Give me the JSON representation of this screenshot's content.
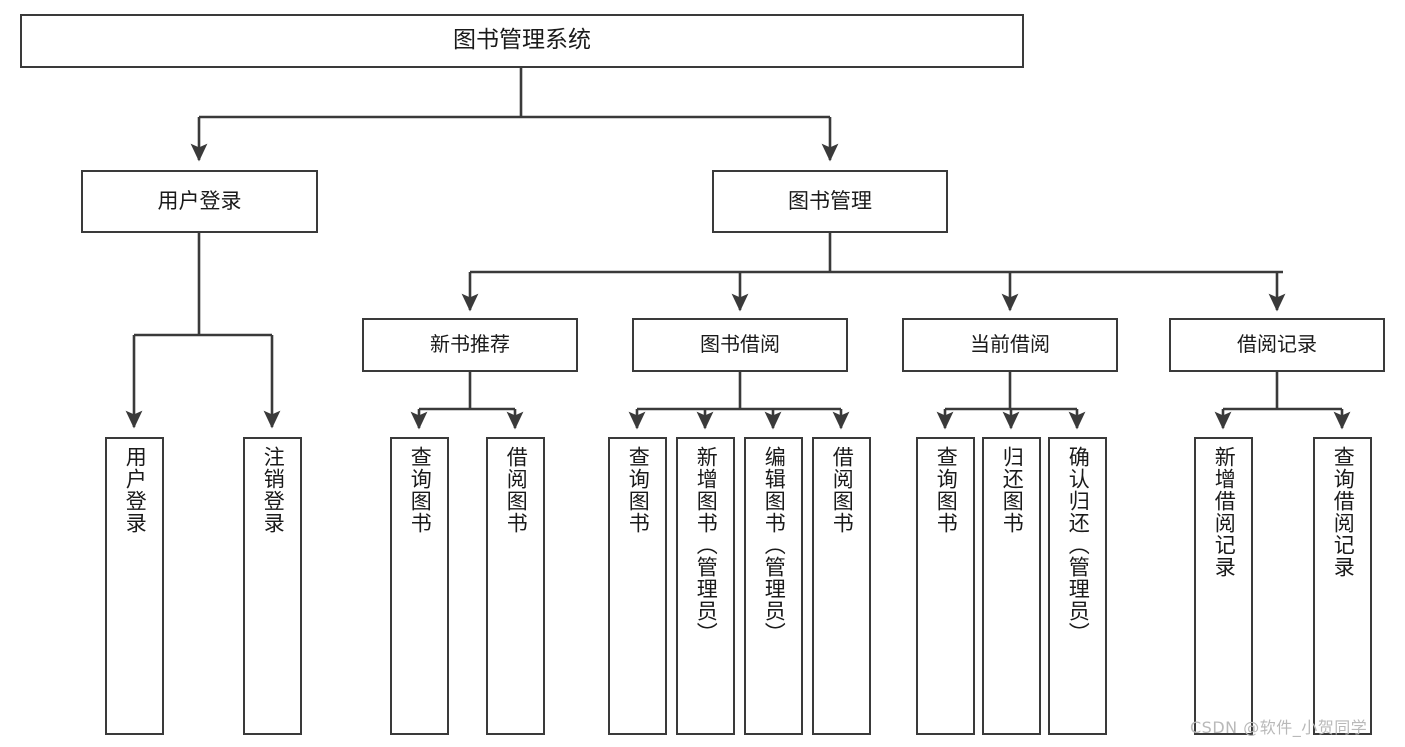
{
  "diagram": {
    "title": "图书管理系统",
    "type": "tree-hierarchy-chart",
    "watermark": "CSDN @软件_小贺同学",
    "colors": {
      "stroke": "#3a3a3a",
      "fill": "#ffffff",
      "text": "#1a1a1a",
      "watermark": "#b9b9b9"
    },
    "nodes": {
      "root": {
        "label": "图书管理系统"
      },
      "level1": [
        {
          "id": "user-login",
          "label": "用户登录"
        },
        {
          "id": "book-management",
          "label": "图书管理"
        }
      ],
      "level2": [
        {
          "id": "new-book-recommend",
          "label": "新书推荐"
        },
        {
          "id": "book-borrow",
          "label": "图书借阅"
        },
        {
          "id": "current-borrow",
          "label": "当前借阅"
        },
        {
          "id": "borrow-record",
          "label": "借阅记录"
        }
      ],
      "leaves": {
        "user-login": [
          {
            "id": "leaf-user-login",
            "label": "用户登录"
          },
          {
            "id": "leaf-user-logout",
            "label": "注销登录"
          }
        ],
        "new-book-recommend": [
          {
            "id": "leaf-query-book-1",
            "label": "查询图书"
          },
          {
            "id": "leaf-borrow-book-1",
            "label": "借阅图书"
          }
        ],
        "book-borrow": [
          {
            "id": "leaf-query-book-2",
            "label": "查询图书"
          },
          {
            "id": "leaf-add-book",
            "label": "新增图书（管理员）"
          },
          {
            "id": "leaf-edit-book",
            "label": "编辑图书（管理员）"
          },
          {
            "id": "leaf-borrow-book-2",
            "label": "借阅图书"
          }
        ],
        "current-borrow": [
          {
            "id": "leaf-query-book-3",
            "label": "查询图书"
          },
          {
            "id": "leaf-return-book",
            "label": "归还图书"
          },
          {
            "id": "leaf-confirm-return",
            "label": "确认归还（管理员）"
          }
        ],
        "borrow-record": [
          {
            "id": "leaf-add-record",
            "label": "新增借阅记录"
          },
          {
            "id": "leaf-query-record",
            "label": "查询借阅记录"
          }
        ]
      }
    }
  }
}
